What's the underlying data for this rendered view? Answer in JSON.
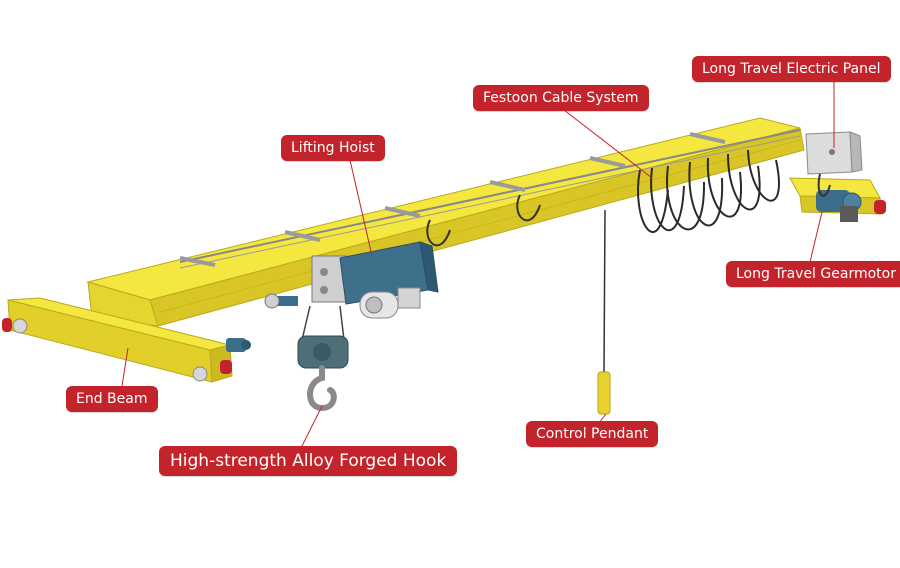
{
  "labels": {
    "long_travel_electric_panel": "Long Travel Electric Panel",
    "festoon_cable_system": "Festoon Cable System",
    "lifting_hoist": "Lifting Hoist",
    "long_travel_gearmotor": "Long Travel Gearmotor",
    "end_beam": "End Beam",
    "control_pendant": "Control Pendant",
    "hook": "High-strength Alloy Forged Hook"
  },
  "colors": {
    "label_background": "#c3232b",
    "label_text": "#ffffff",
    "leader_line": "#c3232b",
    "girder_yellow": "#f2e23a",
    "hoist_blue": "#3b6e8a",
    "buffer_red": "#c3232b"
  }
}
